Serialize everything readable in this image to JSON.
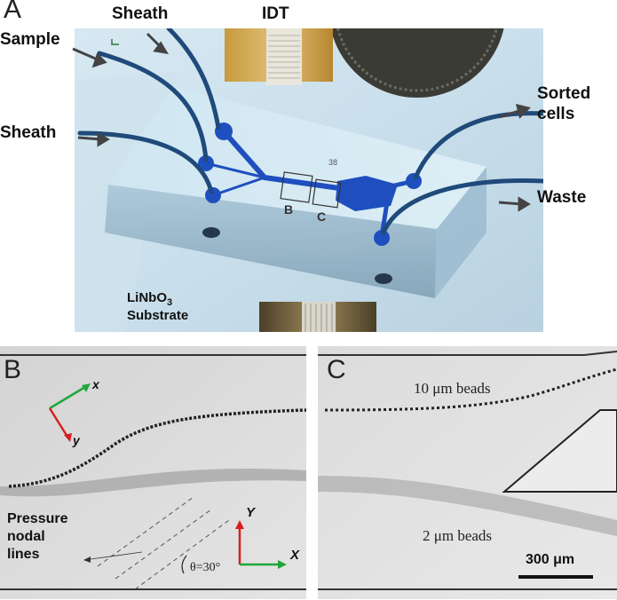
{
  "panel_a": {
    "letter": "A",
    "labels": {
      "sample": "Sample",
      "sheath_top": "Sheath",
      "sheath_left": "Sheath",
      "idt": "IDT",
      "sorted_cells_line1": "Sorted",
      "sorted_cells_line2": "cells",
      "waste": "Waste",
      "substrate_line1": "LiNbO",
      "substrate_sub": "3",
      "substrate_line2": "Substrate",
      "inset_b": "B",
      "inset_c": "C",
      "chip_mark": "38"
    }
  },
  "panel_b": {
    "letter": "B",
    "axis_x_small": "x",
    "axis_y_small": "y",
    "axis_x_big": "X",
    "axis_y_big": "Y",
    "pressure_line1": "Pressure",
    "pressure_line2": "nodal",
    "pressure_line3": "lines",
    "theta": "θ=30°"
  },
  "panel_c": {
    "letter": "C",
    "beads_large": "10 μm beads",
    "beads_small": "2 μm beads",
    "scale_bar": "300 μm"
  },
  "colors": {
    "channel_blue": "#1f4fbf",
    "tube_blue": "#1f4a7a",
    "electrode_gold": "#c9a44a",
    "axis_red": "#d81e1e",
    "axis_green": "#1fa63a"
  }
}
